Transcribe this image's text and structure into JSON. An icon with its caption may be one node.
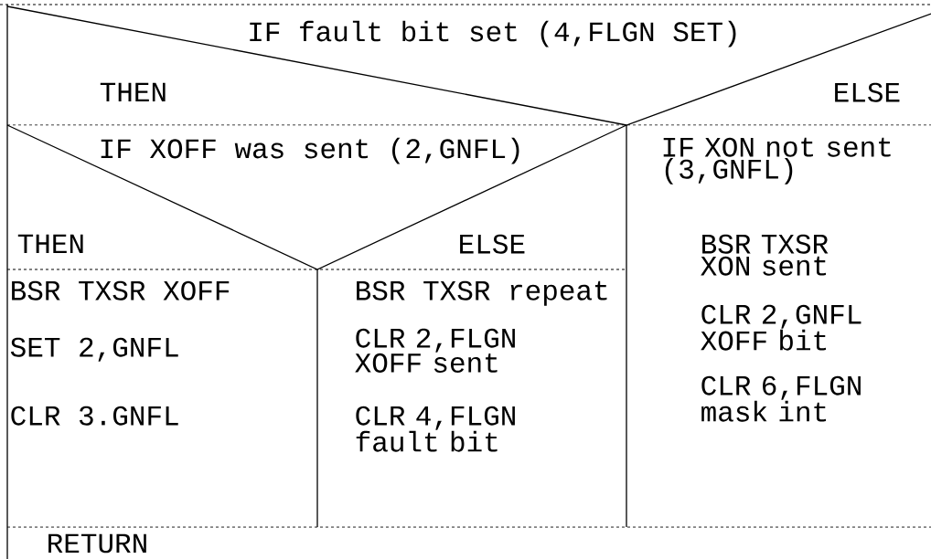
{
  "diagram": {
    "nodes": [
      {
        "text": [
          "IF fault bit set (4,FLGN SET)",
          "THEN",
          "ELSE"
        ]
      },
      {
        "text": [
          "IF XOFF was sent (2,GNFL)",
          "THEN",
          "ELSE"
        ]
      },
      {
        "text": [
          "BSR TXSR XOFF",
          "SET 2,GNFL",
          "CLR 3.GNFL"
        ]
      },
      {
        "text": [
          "BSR TXSR repeat",
          "CLR 2,FLGN XOFF sent",
          "CLR 4,FLGN fault bit"
        ]
      },
      {
        "text": [
          "IF XON not sent (3,GNFL)",
          "BSR TXSR XON sent",
          "CLR 2,GNFL XOFF bit",
          "CLR 6,FLGN mask int"
        ]
      },
      {
        "text": [
          "RETURN"
        ]
      }
    ]
  }
}
